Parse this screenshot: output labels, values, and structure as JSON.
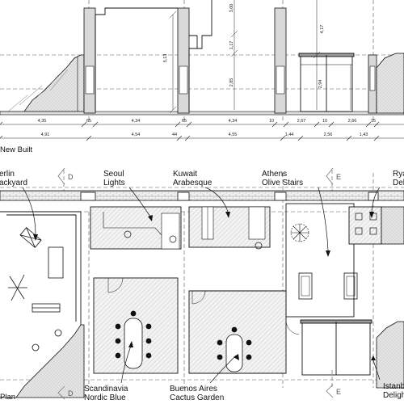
{
  "section_title": "New Built",
  "plan_title": "Plan",
  "dim_row1": [
    "4,35",
    "65",
    "4,34",
    "65",
    "4,34",
    "10",
    "2,67",
    "10",
    "2,66",
    "15"
  ],
  "dim_row2": [
    "4,91",
    "4,54",
    "44",
    "4,55",
    "1,44",
    "2,56",
    "1,43"
  ],
  "vertical_dims": [
    "5,13",
    "3,00",
    "1,17",
    "2,85",
    "4,17",
    "2,94"
  ],
  "section_markers": {
    "d_top": "D",
    "d_bottom": "D",
    "e_top": "E",
    "e_bottom": "E"
  },
  "rooms": {
    "berlin": [
      "erlin",
      "ackyard"
    ],
    "seoul": [
      "Seoul",
      "Lights"
    ],
    "kuwait": [
      "Kuwait",
      "Arabesque"
    ],
    "athens": [
      "Athens",
      "Olive Stairs"
    ],
    "ryadh": [
      "Rya",
      "Deli"
    ],
    "scandinavia": [
      "Scandinavia",
      "Nordic Blue"
    ],
    "buenos_aires": [
      "Buenos Aires",
      "Cactus Garden"
    ],
    "istanbul": [
      "Istanb",
      "Deligh"
    ]
  },
  "colors": {
    "hatch_fill": "#e2e2e2",
    "line": "#111111",
    "axis": "#444444"
  }
}
